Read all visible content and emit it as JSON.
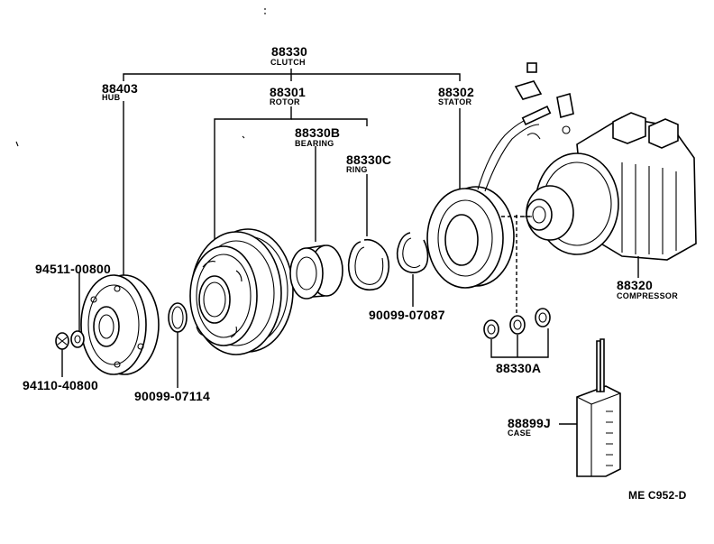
{
  "labels": {
    "clutch": {
      "part_no": "88330",
      "name": "CLUTCH"
    },
    "hub": {
      "part_no": "88403",
      "name": "HUB"
    },
    "rotor": {
      "part_no": "88301",
      "name": "ROTOR"
    },
    "stator": {
      "part_no": "88302",
      "name": "STATOR"
    },
    "bearing": {
      "part_no": "88330B",
      "name": "BEARING"
    },
    "ring": {
      "part_no": "88330C",
      "name": "RING"
    },
    "bolt": {
      "part_no": "94511-00800"
    },
    "nut": {
      "part_no": "94110-40800"
    },
    "snap_ring_hub": {
      "part_no": "90099-07114"
    },
    "snap_ring_stator": {
      "part_no": "90099-07087"
    },
    "compressor": {
      "part_no": "88320",
      "name": "COMPRESSOR"
    },
    "shims": {
      "part_no": "88330A"
    },
    "case": {
      "part_no": "88899J",
      "name": "CASE"
    }
  },
  "diagram_code": "ME C952-D"
}
